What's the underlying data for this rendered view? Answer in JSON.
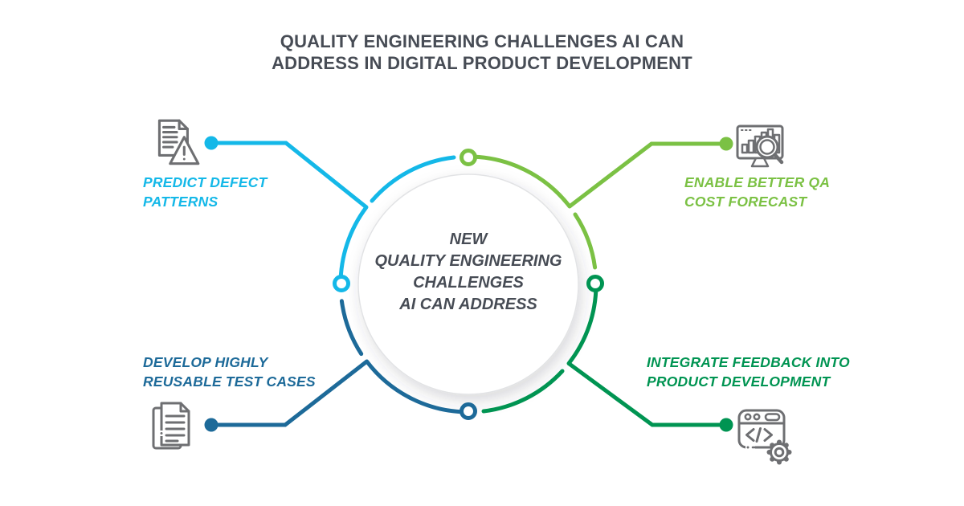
{
  "title": {
    "line1": "QUALITY ENGINEERING CHALLENGES AI CAN",
    "line2": "ADDRESS IN DIGITAL PRODUCT DEVELOPMENT"
  },
  "center_circle": {
    "line1": "NEW",
    "line2": "QUALITY ENGINEERING",
    "line3": "CHALLENGES",
    "line4": "AI CAN ADDRESS"
  },
  "branches": {
    "top_left": {
      "line1": "PREDICT DEFECT",
      "line2": "PATTERNS",
      "color": "#14b8e8",
      "icon": "document-warning-icon"
    },
    "top_right": {
      "line1": "ENABLE BETTER QA",
      "line2": "COST FORECAST",
      "color": "#7bc144",
      "icon": "chart-magnifier-icon"
    },
    "bottom_left": {
      "line1": "DEVELOP HIGHLY",
      "line2": "REUSABLE TEST CASES",
      "color": "#1d6a99",
      "icon": "documents-stack-icon"
    },
    "bottom_right": {
      "line1": "INTEGRATE FEEDBACK INTO",
      "line2": "PRODUCT DEVELOPMENT",
      "color": "#009452",
      "icon": "browser-code-gear-icon"
    }
  },
  "colors": {
    "background": "#ffffff",
    "title_text": "#474c55",
    "center_text": "#474c55",
    "icon_stroke": "#6e6f72",
    "cyan": "#14b8e8",
    "lime": "#7bc144",
    "steel_blue": "#1d6a99",
    "emerald": "#009452"
  }
}
